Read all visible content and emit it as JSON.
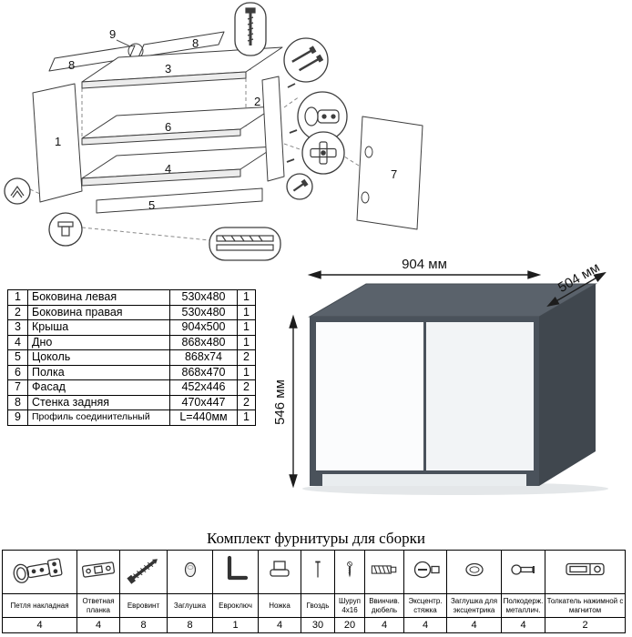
{
  "diagram": {
    "labels": {
      "n1": "1",
      "n2": "2",
      "n3": "3",
      "n4": "4",
      "n5": "5",
      "n6": "6",
      "n7": "7",
      "n8a": "8",
      "n8b": "8",
      "n9": "9"
    }
  },
  "parts_table": {
    "rows": [
      {
        "num": "1",
        "name": "Боковина левая",
        "size": "530x480",
        "qty": "1"
      },
      {
        "num": "2",
        "name": "Боковина правая",
        "size": "530x480",
        "qty": "1"
      },
      {
        "num": "3",
        "name": "Крыша",
        "size": "904x500",
        "qty": "1"
      },
      {
        "num": "4",
        "name": "Дно",
        "size": "868x480",
        "qty": "1"
      },
      {
        "num": "5",
        "name": "Цоколь",
        "size": "868x74",
        "qty": "2"
      },
      {
        "num": "6",
        "name": "Полка",
        "size": "868x470",
        "qty": "1"
      },
      {
        "num": "7",
        "name": "Фасад",
        "size": "452x446",
        "qty": "2"
      },
      {
        "num": "8",
        "name": "Стенка задняя",
        "size": "470x447",
        "qty": "2"
      },
      {
        "num": "9",
        "name": "Профиль соединительный",
        "size": "L=440мм",
        "qty": "1"
      }
    ]
  },
  "render": {
    "width_label": "904 мм",
    "depth_label": "504 мм",
    "height_label": "546 мм",
    "colors": {
      "top": "#5a626b",
      "side": "#40474e",
      "front": "#4a525b",
      "door": "#fbfcfd"
    }
  },
  "hardware": {
    "title": "Комплект фурнитуры для сборки",
    "items": [
      {
        "label": "Петля накладная",
        "qty": "4",
        "icon": "hinge-icon"
      },
      {
        "label": "Ответная планка",
        "qty": "4",
        "icon": "strike-plate-icon"
      },
      {
        "label": "Евровинт",
        "qty": "8",
        "icon": "confirmat-screw-icon"
      },
      {
        "label": "Заглушка",
        "qty": "8",
        "icon": "plug-cap-icon"
      },
      {
        "label": "Евроключ",
        "qty": "1",
        "icon": "hex-key-icon"
      },
      {
        "label": "Ножка",
        "qty": "4",
        "icon": "foot-icon"
      },
      {
        "label": "Гвоздь",
        "qty": "30",
        "icon": "nail-icon"
      },
      {
        "label": "Шуруп 4x16",
        "qty": "20",
        "icon": "screw-icon"
      },
      {
        "label": "Ввинчив. дюбель",
        "qty": "4",
        "icon": "screw-dowel-icon"
      },
      {
        "label": "Эксцентр. стяжка",
        "qty": "4",
        "icon": "cam-lock-icon"
      },
      {
        "label": "Заглушка для эксцентрика",
        "qty": "4",
        "icon": "cam-cap-icon"
      },
      {
        "label": "Полкодерж. металлич.",
        "qty": "4",
        "icon": "shelf-support-icon"
      },
      {
        "label": "Толкатель нажимной с магнитом",
        "qty": "2",
        "icon": "push-opener-icon"
      }
    ]
  }
}
